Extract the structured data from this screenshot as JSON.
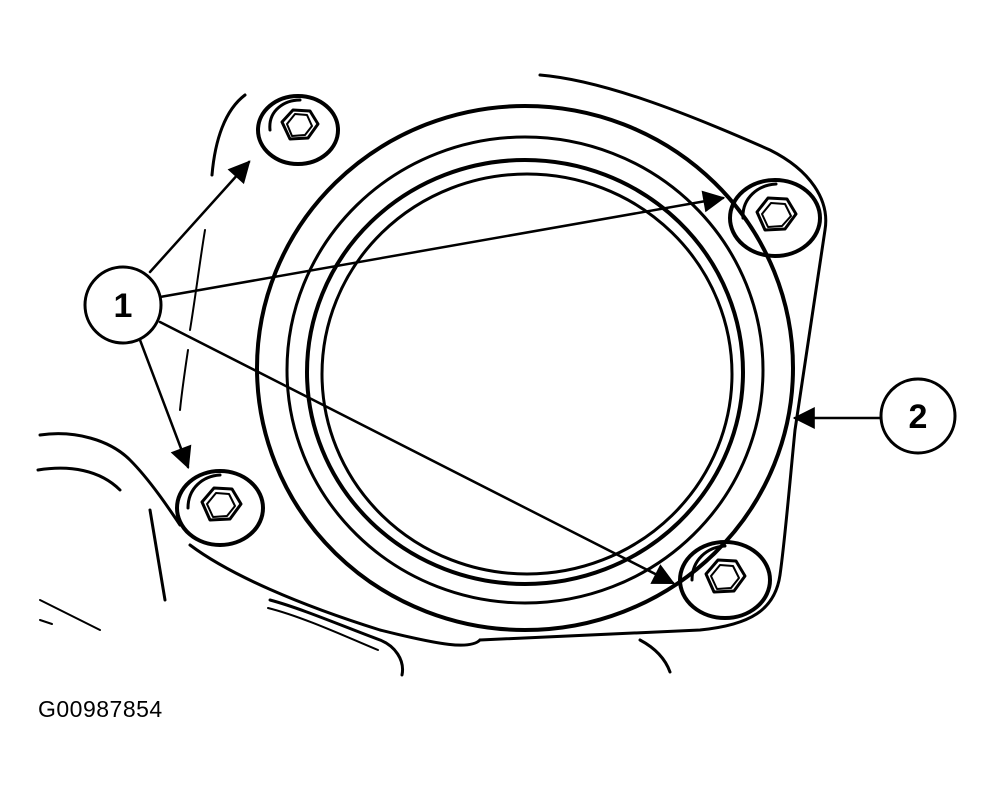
{
  "figure": {
    "id_label": "G00987854"
  },
  "callouts": [
    {
      "label": "1"
    },
    {
      "label": "2"
    }
  ]
}
